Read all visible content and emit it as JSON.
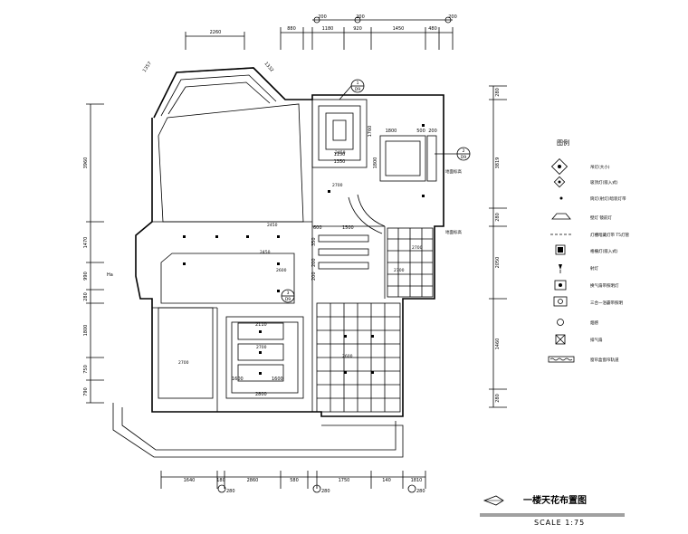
{
  "drawing": {
    "title": "一楼天花布置图",
    "scale": "SCALE 1:75"
  },
  "dimensions": {
    "top": [
      "2260",
      "880",
      "1180",
      "920",
      "1450",
      "480"
    ],
    "top_small": [
      "200",
      "200",
      "200"
    ],
    "left": [
      "3960",
      "1470",
      "990",
      "280",
      "1800",
      "750",
      "790"
    ],
    "right": [
      "280",
      "3819",
      "280",
      "2050",
      "1460",
      "280"
    ],
    "bottom": [
      "1640",
      "180",
      "2860",
      "580",
      "1750",
      "140",
      "1810"
    ],
    "bottom_small": [
      "280",
      "280",
      "280"
    ],
    "diag": [
      "1357",
      "1332"
    ],
    "inner": [
      "1800",
      "500",
      "200",
      "1800",
      "1350",
      "1150",
      "1760",
      "600",
      "1500",
      "350",
      "200",
      "200",
      "2110",
      "1600",
      "1600",
      "2800"
    ],
    "callouts": [
      {
        "num": "1",
        "sheet": "D9"
      },
      {
        "num": "2",
        "sheet": "D9"
      },
      {
        "num": "3",
        "sheet": "D9"
      }
    ]
  },
  "legend": {
    "title": "图例",
    "items": [
      {
        "icon": "pendant-lamp-icon",
        "label": "吊灯(大小)"
      },
      {
        "icon": "ceiling-lamp-icon",
        "label": "吸顶灯(嵌入式)"
      },
      {
        "icon": "downlight-icon",
        "label": "筒灯(射灯)暗装灯带"
      },
      {
        "icon": "wall-lamp-icon",
        "label": "壁灯 镜前灯"
      },
      {
        "icon": "light-strip-icon",
        "label": "灯槽暗藏灯带 T5灯管"
      },
      {
        "icon": "grille-lamp-icon",
        "label": "格栅灯(嵌入式)"
      },
      {
        "icon": "spotlight-icon",
        "label": "射灯"
      },
      {
        "icon": "exhaust-fan-icon",
        "label": "换气扇带照明灯"
      },
      {
        "icon": "bath-heater-icon",
        "label": "三合一浴霸带照明"
      },
      {
        "icon": "socket-icon",
        "label": "烟感"
      },
      {
        "icon": "vent-icon",
        "label": "排气扇"
      },
      {
        "icon": "curtain-box-icon",
        "label": "窗帘盒窗帘轨道"
      }
    ]
  },
  "room_labels": [
    "2450",
    "2700",
    "2700",
    "2700",
    "2450",
    "2700",
    "2450",
    "2600",
    "2700",
    "2600"
  ],
  "side_mark": "Ha",
  "small_labels": [
    "地面标高",
    "地面标高"
  ]
}
